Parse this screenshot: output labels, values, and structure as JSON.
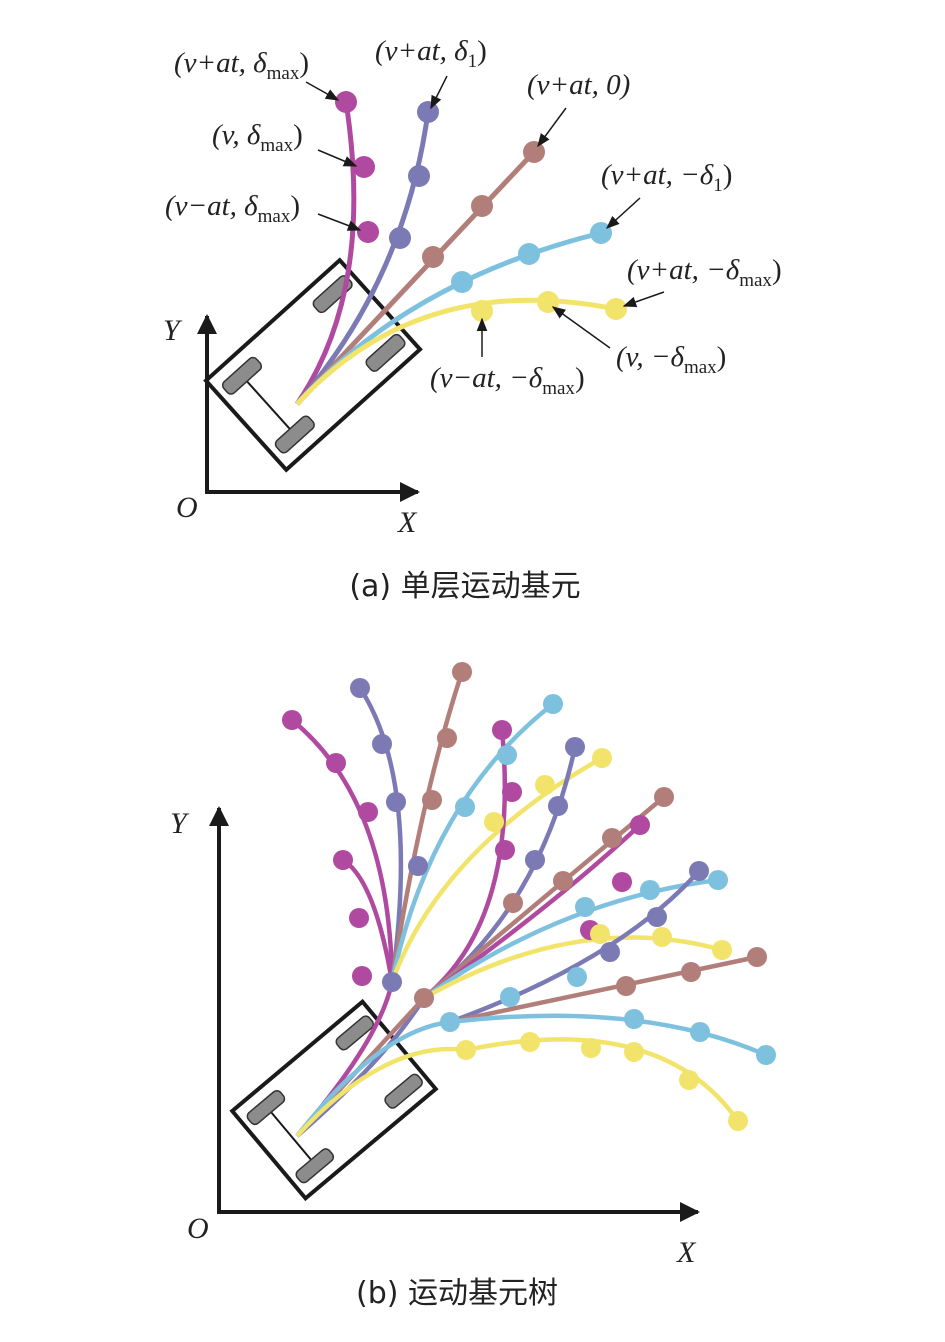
{
  "panel_a": {
    "caption": "(a) 单层运动基元",
    "axes": {
      "x": "X",
      "y": "Y",
      "origin": "O"
    },
    "labels": [
      {
        "pre": "(v+at, δ",
        "sub": "max",
        "post": ")"
      },
      {
        "pre": "(v+at, δ",
        "sub": "1",
        "post": ")"
      },
      {
        "pre": "(v+at, 0)",
        "sub": "",
        "post": ""
      },
      {
        "pre": "(v, δ",
        "sub": "max",
        "post": ")"
      },
      {
        "pre": "(v−at, δ",
        "sub": "max",
        "post": ")"
      },
      {
        "pre": "(v+at, −δ",
        "sub": "1",
        "post": ")"
      },
      {
        "pre": "(v+at, −δ",
        "sub": "max",
        "post": ")"
      },
      {
        "pre": "(v, −δ",
        "sub": "max",
        "post": ")"
      },
      {
        "pre": "(v−at, −δ",
        "sub": "max",
        "post": ")"
      }
    ]
  },
  "panel_b": {
    "caption": "(b) 运动基元树",
    "axes": {
      "x": "X",
      "y": "Y",
      "origin": "O"
    }
  },
  "colors": {
    "magenta": "#b04aa0",
    "purple": "#7b7ab5",
    "brown": "#b27e79",
    "cyan": "#7ec1df",
    "yellow": "#f2e46a",
    "vehicle_stroke": "#1a1a1a",
    "wheel_fill": "#8c8c8c",
    "axis": "#1a1a1a"
  }
}
